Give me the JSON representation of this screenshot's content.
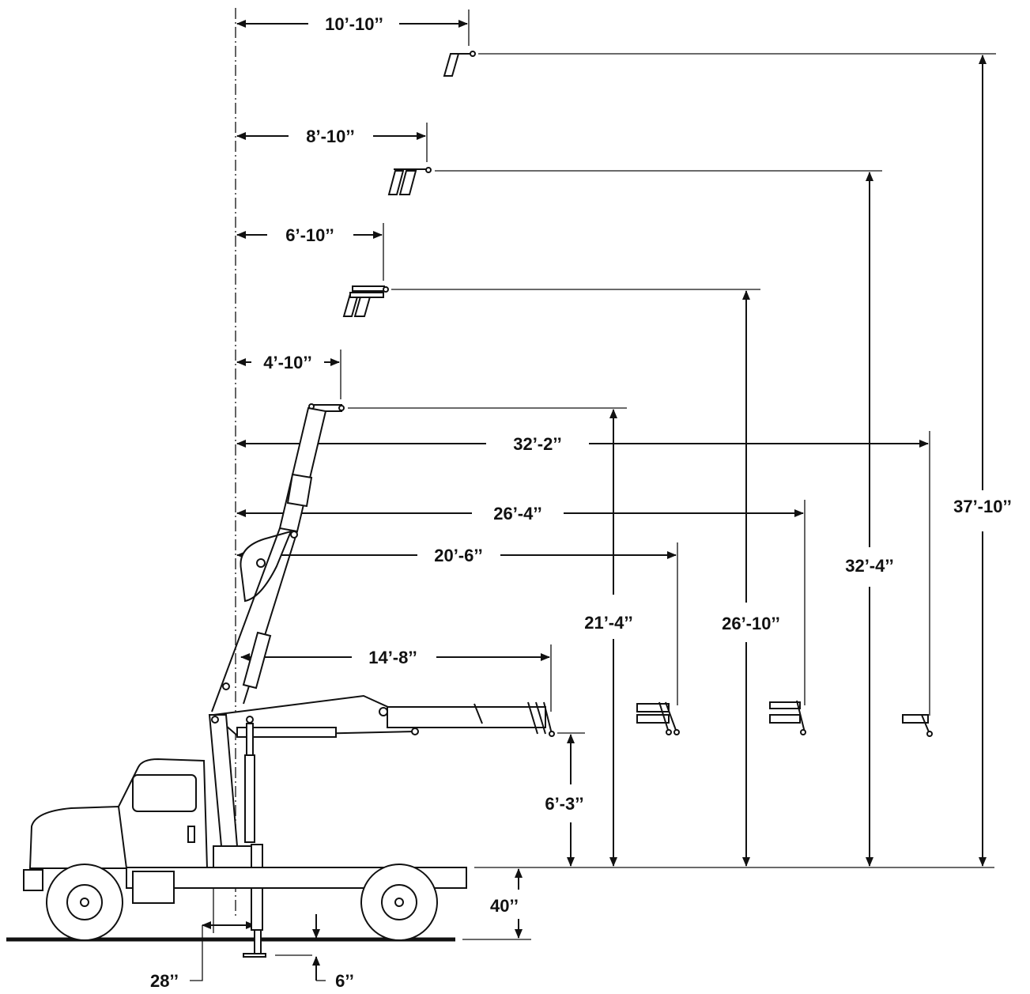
{
  "reach": {
    "r_10_10": "10’-10’’",
    "r_8_10": "8’-10’’",
    "r_6_10": "6’-10’’",
    "r_4_10": "4’-10’’",
    "r_32_2": "32’-2’’",
    "r_26_4": "26’-4’’",
    "r_20_6": "20’-6’’",
    "r_14_8": "14’-8’’"
  },
  "height": {
    "h_37_10": "37’-10’’",
    "h_32_4": "32’-4’’",
    "h_26_10": "26’-10’’",
    "h_21_4": "21’-4’’",
    "h_6_3": "6’-3’’",
    "h_40": "40’’"
  },
  "outrigger": {
    "spread": "28’’",
    "below_ground": "6’’"
  }
}
